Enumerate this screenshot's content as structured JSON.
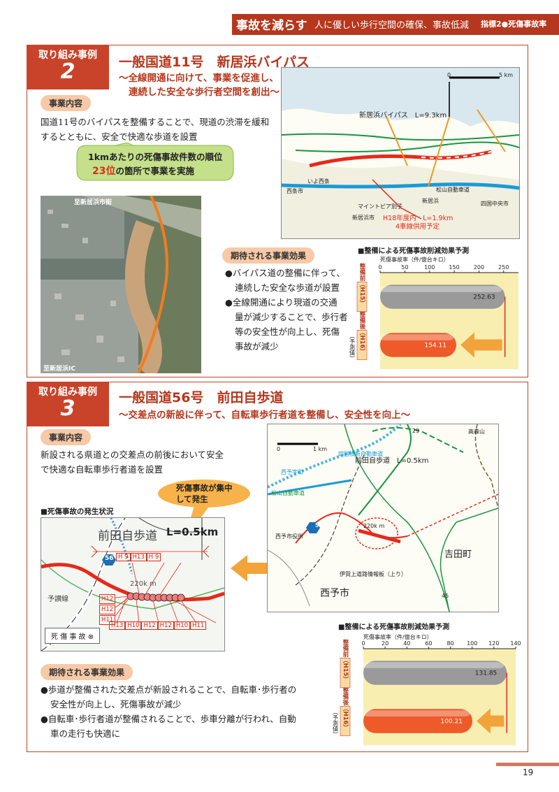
{
  "header": {
    "main": "事故を減らす",
    "sub": "人に優しい歩行空間の確保、事故低減",
    "indicator": "指標2●死傷事故率"
  },
  "case2": {
    "tab_label": "取り組み事例",
    "number": "2",
    "title": "一般国道11号　新居浜バイパス",
    "subtitle_1": "～全線開通に向けて、事業を促進し、",
    "subtitle_2": "連続した安全な歩行者空間を創出～",
    "content_label": "事業内容",
    "content_1": "国道11号のバイパスを整備することで、現道の渋滞を緩和",
    "content_2": "するとともに、安全で快適な歩道を設置",
    "callout_1": "1kmあたりの死傷事故件数の順位",
    "callout_2_num": "23位",
    "callout_2_rest": "の箇所で事業を実施",
    "photo_label_top": "至新居浜市街",
    "photo_label_bottom": "至新居浜IC",
    "map": {
      "scale_0": "0",
      "scale_5": "5 km",
      "road_label": "新居浜バイパス　L=9.3km",
      "city_1": "西条市",
      "city_2": "新居浜市",
      "city_3": "四国中央市",
      "note_1": "H18年度内　L=1.9km",
      "note_2": "4車線供用予定",
      "jct": "マイントピア別子",
      "ic_1": "いよ西条",
      "ic_2": "新居浜",
      "road_2": "松山自動車道"
    },
    "effect_label": "期待される事業効果",
    "effects": [
      "バイパス道の整備に伴って、",
      "連続した安全な歩道が設置",
      "全線開通により現道の交通",
      "量が減少することで、歩行者",
      "等の安全性が向上し、死傷",
      "事故が減少"
    ],
    "chart_data": {
      "type": "bar",
      "title": "■整備による死傷事故削減効果予測",
      "xlabel": "死傷事故率（件/億台キロ）",
      "ticks": [
        0,
        50,
        100,
        150,
        200,
        250
      ],
      "xlim": [
        0,
        280
      ],
      "categories": [
        "整備前（H15）",
        "整備後（H16）"
      ],
      "values": [
        252.63,
        154.11
      ],
      "value_labels": [
        "252.63",
        "154.11"
      ],
      "note": "（予測値）",
      "colors": [
        "#9a9a9a",
        "#ee5a2a"
      ]
    }
  },
  "case3": {
    "tab_label": "取り組み事例",
    "number": "3",
    "title": "一般国道56号　前田自歩道",
    "subtitle": "～交差点の新設に伴って、自転車歩行者道を整備し、安全性を向上～",
    "content_label": "事業内容",
    "content_1": "新設される県道との交差点の前後において安全",
    "content_2": "で快適な自転車歩行者道を設置",
    "balloon_1": "死傷事故が集中",
    "balloon_2": "して発生",
    "accident_title": "■死傷事故の発生状況",
    "detail_map": {
      "title": "前田自歩道",
      "length": "L=0.5km",
      "route": "56",
      "kp": "220k m",
      "line": "予讃線",
      "legend": "死 傷 事 故",
      "labels_top": [
        "H 9",
        "H13",
        "H 9"
      ],
      "labels_left": [
        "H12",
        "H12",
        "H11"
      ],
      "labels_bottom": [
        "H13",
        "H10",
        "H12",
        "H12",
        "H10",
        "H11"
      ]
    },
    "map": {
      "scale_0": "0",
      "scale_1": "1 km",
      "road_label": "前田自歩道　L=0.5km",
      "city_1": "西予市",
      "city_2": "吉田町",
      "mountain": "高森山",
      "route_56": "56",
      "route_29": "29",
      "route_45": "45",
      "expressway": "四国横断自動車道",
      "ic": "西予宇和",
      "expressway_2": "松山自動車道",
      "kp": "220k m",
      "office": "西予市役所",
      "bridge": "伊賀上道路情報板（上り）"
    },
    "effect_label": "期待される事業効果",
    "effects": [
      "歩道が整備された交差点が新設されることで、自転車･歩行者の",
      "安全性が向上し、死傷事故が減少",
      "自転車･歩行者道が整備されることで、歩車分離が行われ、自動",
      "車の走行も快適に"
    ],
    "chart_data": {
      "type": "bar",
      "title": "■整備による死傷事故削減効果予測",
      "xlabel": "死傷事故率（件/億台キロ）",
      "ticks": [
        0,
        20,
        40,
        60,
        80,
        100,
        120,
        140
      ],
      "xlim": [
        0,
        140
      ],
      "categories": [
        "整備前（H15）",
        "整備後（H16）"
      ],
      "values": [
        131.85,
        100.21
      ],
      "value_labels": [
        "131.85",
        "100.21"
      ],
      "note": "（予測値）",
      "colors": [
        "#9a9a9a",
        "#ee5a2a"
      ]
    }
  },
  "page_number": "19"
}
